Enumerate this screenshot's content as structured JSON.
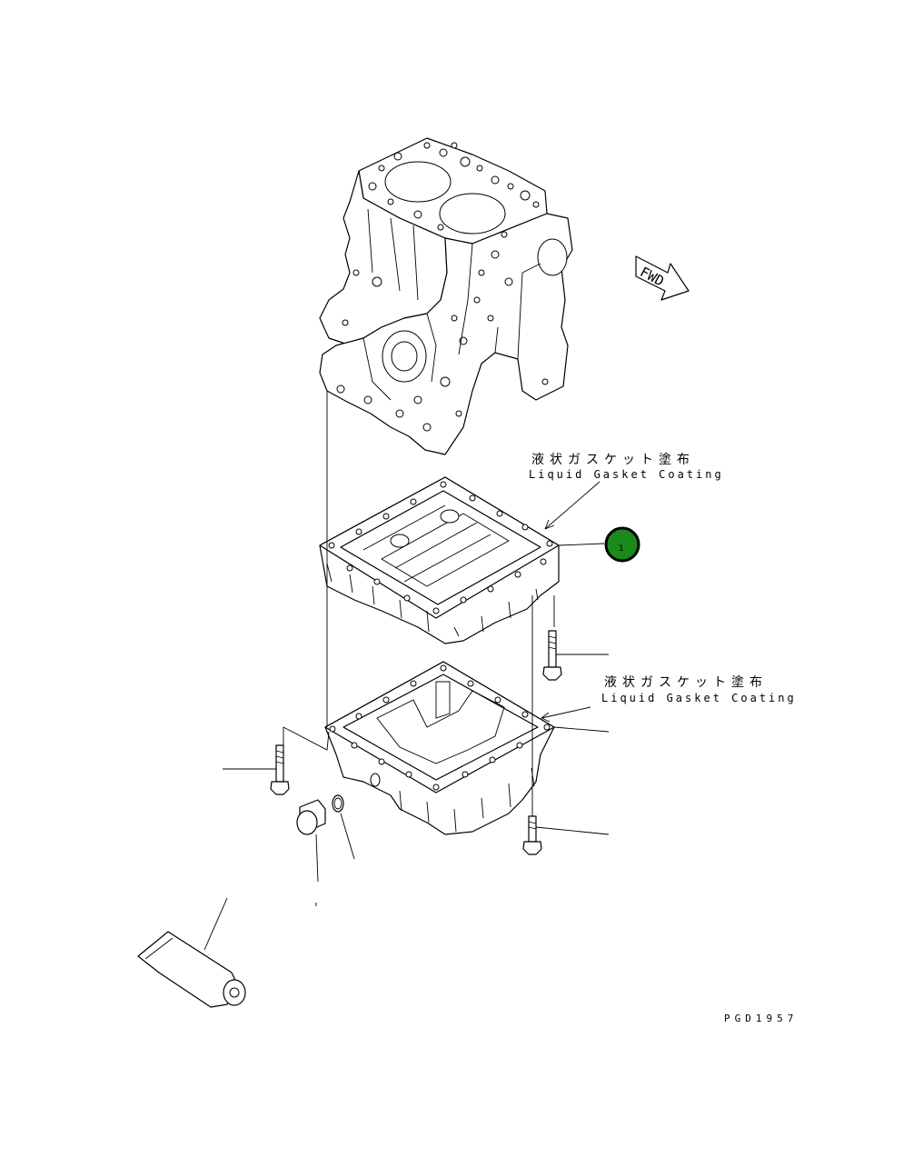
{
  "drawing": {
    "fwd_label": "FWD",
    "gasket_callout_upper": {
      "jp": "液状ガスケット塗布",
      "en": "Liquid Gasket Coating"
    },
    "gasket_callout_lower": {
      "jp": "液状ガスケット塗布",
      "en": "Liquid Gasket Coating"
    },
    "part_badge": {
      "number": "1",
      "color": "#1a8a1a"
    },
    "drawing_number": "PGD1957"
  }
}
